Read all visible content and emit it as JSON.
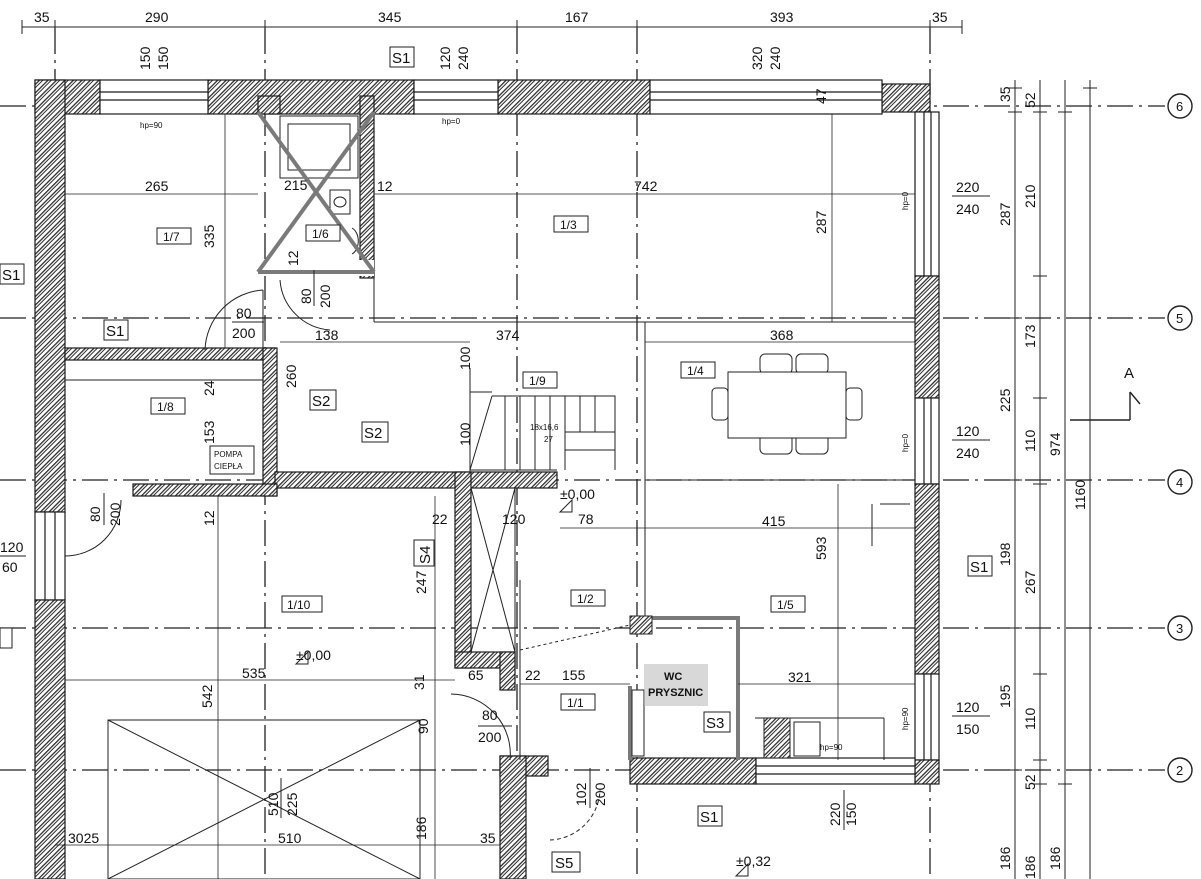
{
  "colors": {
    "line": "#1a1a1a",
    "wall_hatch": "#3a3a3a",
    "removed_marker": "#7a7a7a",
    "background": "#ffffff"
  },
  "top_dims": [
    "35",
    "290",
    "345",
    "167",
    "393",
    "35"
  ],
  "window_labels": {
    "w1_a": "150",
    "w1_b": "150",
    "w2_a": "120",
    "w2_b": "240",
    "w3_a": "320",
    "w3_b": "240",
    "w4_a": "220",
    "w4_b": "240",
    "w5_a": "120",
    "w5_b": "240",
    "w6_a": "120",
    "w6_b": "150",
    "w7_a": "120",
    "w7_b": "60",
    "hp_90": "hp=90",
    "hp_0": "hp=0"
  },
  "door_labels": {
    "d1_a": "80",
    "d1_b": "200",
    "d2_a": "80",
    "d2_b": "200",
    "d3_a": "80",
    "d3_b": "200",
    "d4_a": "80",
    "d4_b": "200",
    "d5_a": "102",
    "d5_b": "200",
    "d6_a": "510",
    "d6_b": "225",
    "d7_a": "220",
    "d7_b": "150"
  },
  "rooms": [
    {
      "id": "1/1"
    },
    {
      "id": "1/2"
    },
    {
      "id": "1/3"
    },
    {
      "id": "1/4"
    },
    {
      "id": "1/5"
    },
    {
      "id": "1/6"
    },
    {
      "id": "1/7"
    },
    {
      "id": "1/8"
    },
    {
      "id": "1/9"
    },
    {
      "id": "1/10"
    }
  ],
  "wall_tags": {
    "s1": "S1",
    "s2": "S2",
    "s3": "S3",
    "s4": "S4",
    "s5": "S5"
  },
  "inner_dims": {
    "d265": "265",
    "d335": "335",
    "d742": "742",
    "d287": "287",
    "d215": "215",
    "d12a": "12",
    "d12b": "12",
    "d12c": "12",
    "d138": "138",
    "d374": "374",
    "d368": "368",
    "d260": "260",
    "d100a": "100",
    "d100b": "100",
    "d24": "24",
    "d153": "153",
    "d22a": "22",
    "d22b": "22",
    "d120": "120",
    "d78": "78",
    "d415": "415",
    "d593": "593",
    "d247": "247",
    "d535": "535",
    "d542": "542",
    "d31": "31",
    "d90": "90",
    "d65": "65",
    "d155": "155",
    "d321": "321",
    "d186a": "186",
    "d186b": "186",
    "d186c": "186",
    "d3025": "3025",
    "d510": "510",
    "d35b": "35",
    "d47": "47"
  },
  "right_dims": {
    "r35": "35",
    "r52a": "52",
    "r287": "287",
    "r210": "210",
    "r173": "173",
    "r225": "225",
    "r110a": "110",
    "r198": "198",
    "r267": "267",
    "r195": "195",
    "r110b": "110",
    "r52b": "52",
    "r974": "974",
    "r1160": "1160"
  },
  "axes": [
    "6",
    "5",
    "4",
    "3",
    "2"
  ],
  "section": "A",
  "stairs": {
    "label": "18x16,6",
    "sub": "27"
  },
  "levels": {
    "l1": "±0,00",
    "l2": "±0,00",
    "l3": "±0,32"
  },
  "pompa": {
    "line1": "POMPA",
    "line2": "CIEPŁA"
  },
  "wc": {
    "line1": "WC",
    "line2": "PRYSZNIC"
  }
}
